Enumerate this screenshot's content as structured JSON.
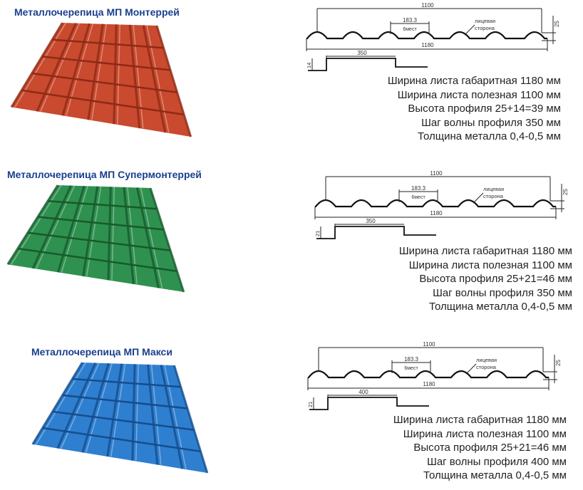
{
  "products": [
    {
      "title": "Металлочерепица МП Монтеррей",
      "color": "#c94a2e",
      "shade": "#8e2a17",
      "diagram": {
        "useful_width": "1100",
        "pitch": "183.3",
        "pitch_note": "6мест",
        "face_label_1": "лицевая",
        "face_label_2": "сторона",
        "height": "25",
        "total_width": "1180",
        "step_height": "14",
        "step": "350"
      },
      "specs": [
        "Ширина листа габаритная 1180 мм",
        "Ширина листа полезная 1100 мм",
        "Высота профиля 25+14=39 мм",
        "Шаг волны профиля 350 мм",
        "Толщина металла 0,4-0,5 мм"
      ]
    },
    {
      "title": "Металлочерепица МП Супермонтеррей",
      "color": "#2f9150",
      "shade": "#175a2c",
      "diagram": {
        "useful_width": "1100",
        "pitch": "183.3",
        "pitch_note": "6мест",
        "face_label_1": "лицевая",
        "face_label_2": "сторона",
        "height": "25",
        "total_width": "1180",
        "step_height": "21",
        "step": "350"
      },
      "specs": [
        "Ширина листа габаритная 1180 мм",
        "Ширина листа полезная 1100 мм",
        "Высота профиля 25+21=46 мм",
        "Шаг волны профиля 350 мм",
        "Толщина металла 0,4-0,5 мм"
      ]
    },
    {
      "title": "Металлочерепица МП Макси",
      "color": "#2e7fd0",
      "shade": "#164d8c",
      "diagram": {
        "useful_width": "1100",
        "pitch": "183.3",
        "pitch_note": "6мест",
        "face_label_1": "лицевая",
        "face_label_2": "сторона",
        "height": "25",
        "total_width": "1180",
        "step_height": "21",
        "step": "400"
      },
      "specs": [
        "Ширина листа габаритная 1180 мм",
        "Ширина листа полезная 1100 мм",
        "Высота профиля 25+21=46 мм",
        "Шаг волны профиля 400 мм",
        "Толщина металла 0,4-0,5 мм"
      ]
    }
  ]
}
